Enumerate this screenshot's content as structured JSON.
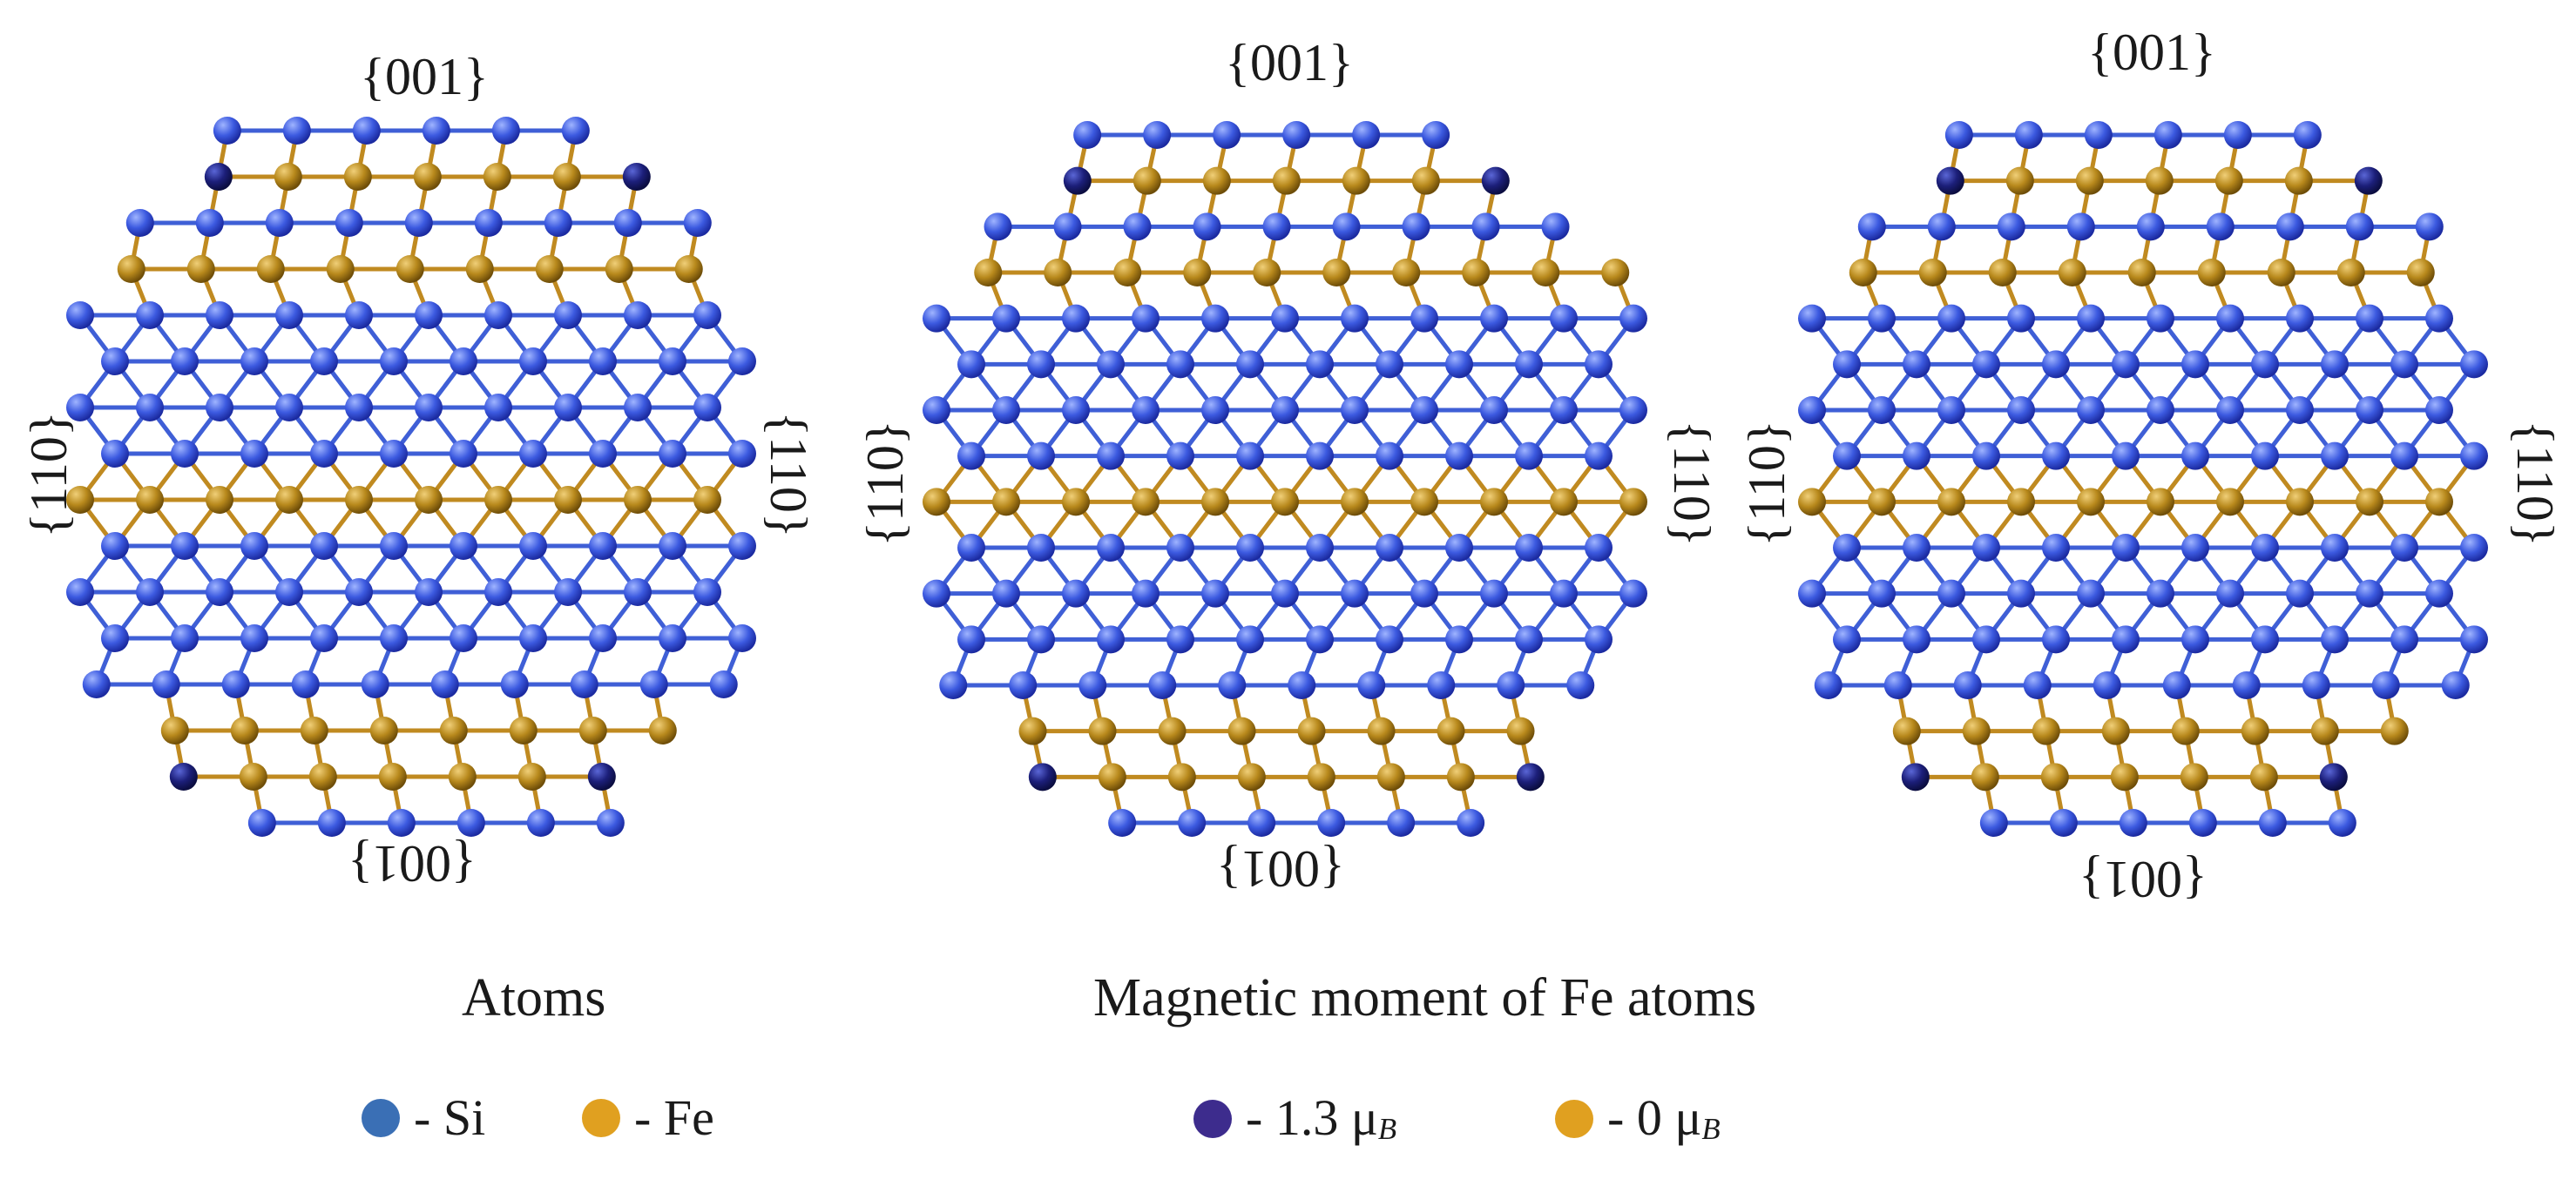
{
  "panels": [
    {
      "facets": {
        "top": "{001}",
        "bottom": "{001}",
        "left": "{110}",
        "right": "{110}"
      }
    },
    {
      "facets": {
        "top": "{001}",
        "bottom": "{001}",
        "left": "{110}",
        "right": "{110}"
      }
    },
    {
      "facets": {
        "top": "{001}",
        "bottom": "{001}",
        "left": "{110}",
        "right": "{110}"
      }
    }
  ],
  "legend": {
    "atoms": {
      "title": "Atoms",
      "items": [
        {
          "label": "- Si",
          "color": "#3a6fb5"
        },
        {
          "label": "- Fe",
          "color": "#e0a020"
        }
      ]
    },
    "moment": {
      "title": "Magnetic moment of Fe atoms",
      "items": [
        {
          "label": "- 1.3 μ",
          "sub": "B",
          "color": "#3d2c8d"
        },
        {
          "label": "- 0 μ",
          "sub": "B",
          "color": "#e0a020"
        }
      ]
    }
  },
  "colors": {
    "si_atom": "#3c5ae0",
    "si_atom_light": "#9fb4ff",
    "si_atom_dark": "#1b2aa0",
    "fe_atom": "#b8891c",
    "fe_atom_light": "#f0cf78",
    "fe_atom_dark": "#6e4d08",
    "fe_magnetic": "#1c1f7a",
    "si_bond": "#3f5fd6",
    "fe_bond": "#c08a20"
  }
}
